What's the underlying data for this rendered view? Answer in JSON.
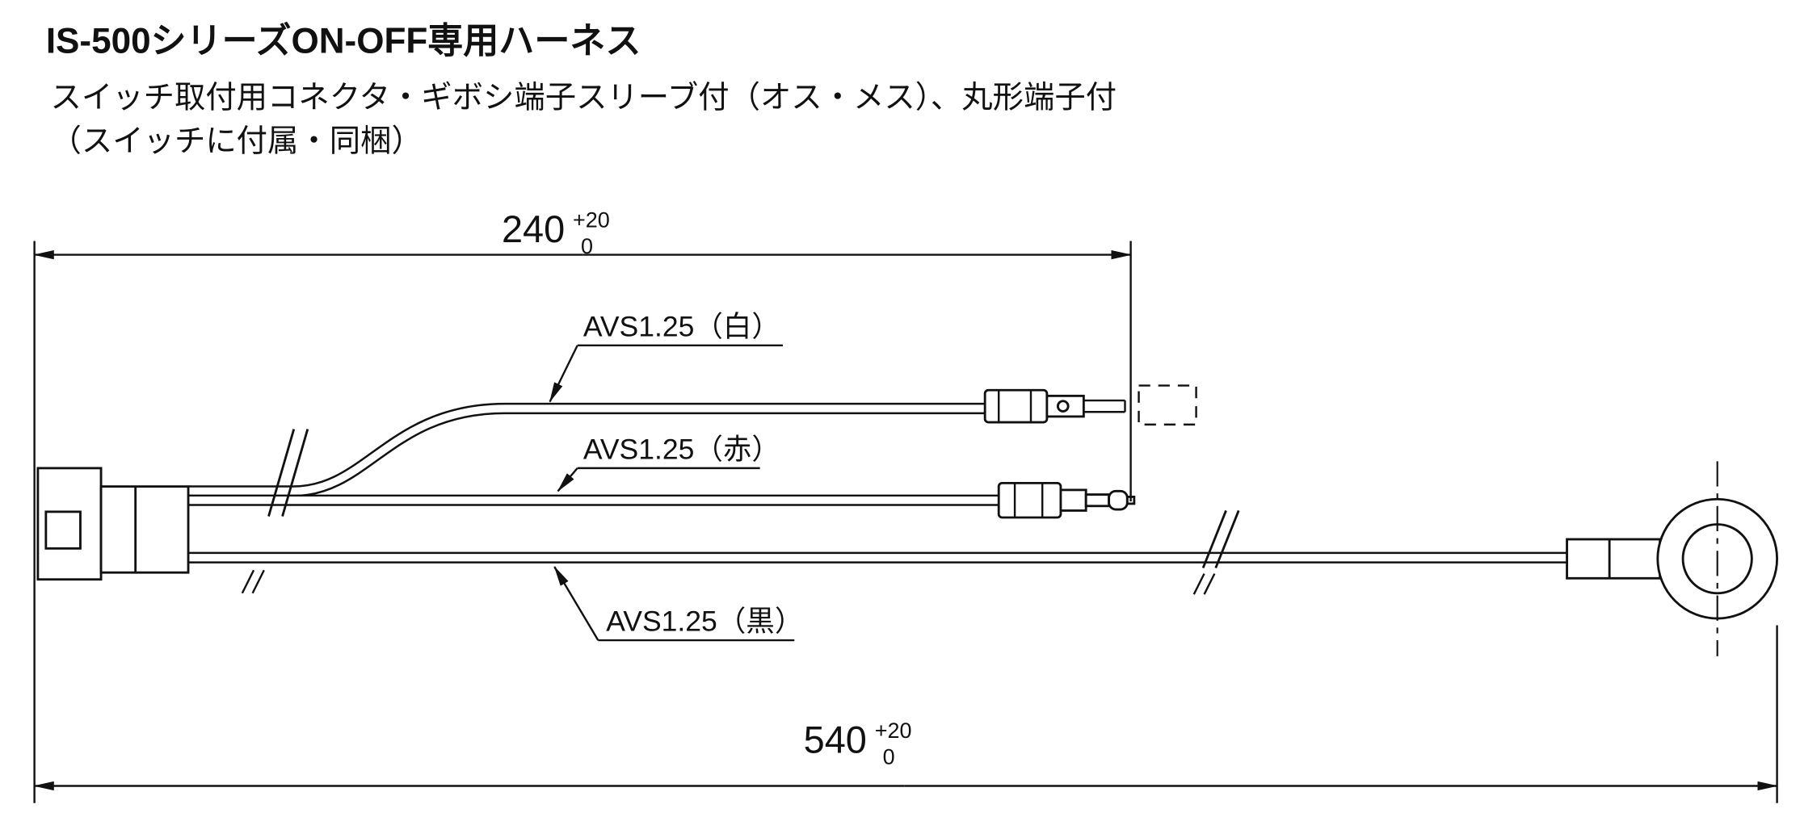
{
  "title": "IS-500シリーズON-OFF専用ハーネス",
  "description_line1": "スイッチ取付用コネクタ・ギボシ端子スリーブ付（オス・メス）、丸形端子付",
  "description_line2": "（スイッチに付属・同梱）",
  "dimensions": {
    "connector_to_terminals": {
      "value": "240",
      "tolerance_plus": "+20",
      "tolerance_minus": "0"
    },
    "overall_length": {
      "value": "540",
      "tolerance_plus": "+20",
      "tolerance_minus": "0"
    }
  },
  "wire_labels": {
    "white": "AVS1.25（白）",
    "red": "AVS1.25（赤）",
    "black": "AVS1.25（黒）"
  },
  "colors": {
    "line": "#111111",
    "background": "#ffffff"
  }
}
